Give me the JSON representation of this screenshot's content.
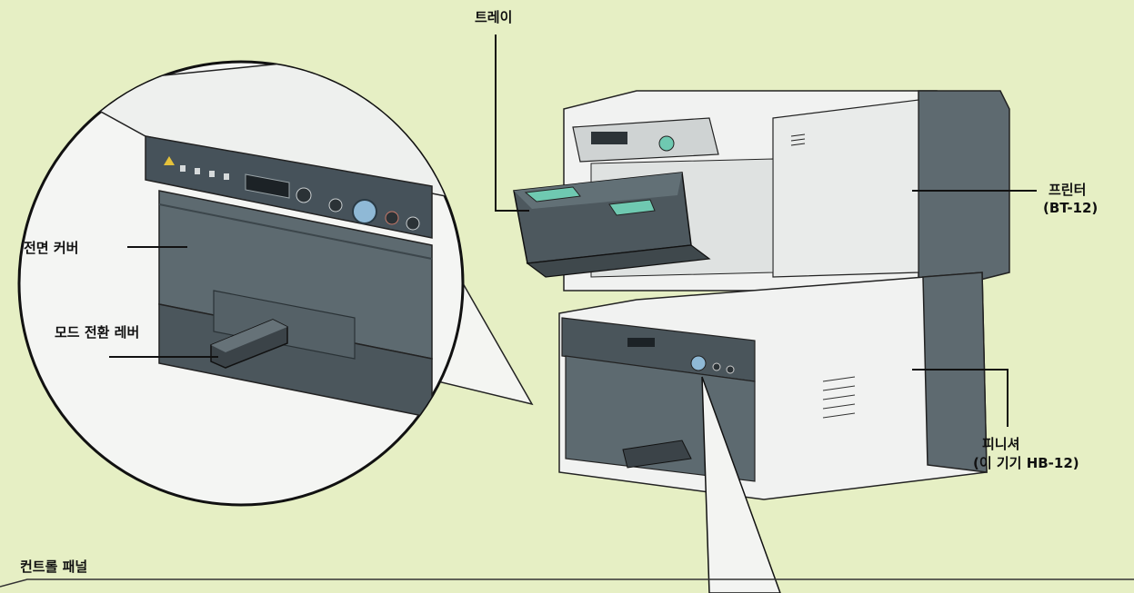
{
  "labels": {
    "tray": "트레이",
    "printer_line1": "프린터",
    "printer_line2": "(BT-12)",
    "front_cover": "전면 커버",
    "mode_lever": "모드 전환 레버",
    "finisher_line1": "피니셔",
    "finisher_line2": "(이 기기 HB-12)",
    "control_panel": "컨트롤 패널"
  },
  "colors": {
    "background": "#e6efc4",
    "device_dark": "#5d6a70",
    "device_light": "#f2f3f3",
    "accent_button": "#4aa3d4",
    "tray_pad": "#6fc9b1"
  }
}
